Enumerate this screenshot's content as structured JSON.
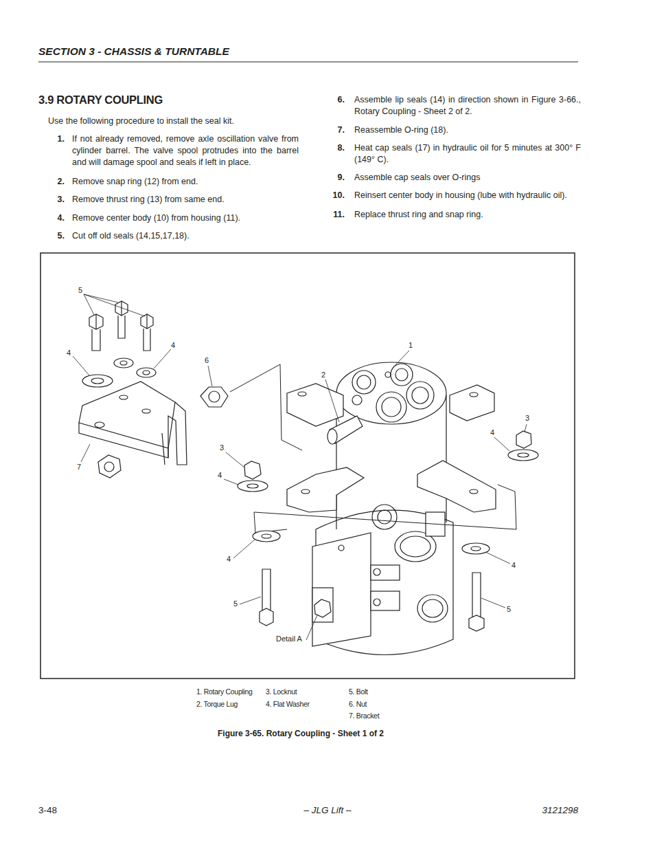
{
  "diagram": {
    "title": "3.9 ROTARY COUPLING",
    "caption": "Figure 3-65. Rotary Coupling - Sheet 1 of 2",
    "labels": [
      "SECTION 3 - CHASSIS & TURNTABLE",
      "Use the following procedure to install the seal kit.",
      "1.",
      "If not already removed, remove axle oscillation valve from cylinder barrel. The valve spool protrudes into the barrel and will damage spool and seals if left in place.",
      "2.",
      "Remove snap ring (12) from end.",
      "3.",
      "Remove thrust ring (13) from same end.",
      "4.",
      "Remove center body (10) from housing (11).",
      "5.",
      "Cut off old seals (14,15,17,18).",
      "6.",
      "Assemble lip seals (14) in direction shown in Figure 3-66., Rotary Coupling - Sheet 2 of 2.",
      "7.",
      "Reassemble O-ring (18).",
      "8.",
      "Heat cap seals (17) in hydraulic oil for 5 minutes at 300° F (149° C).",
      "9.",
      "Assemble cap seals over O-rings",
      "10.",
      "Reinsert center body in housing (lube with hydraulic oil).",
      "11.",
      "Replace thrust ring and snap ring.",
      "5",
      "4",
      "4",
      "6",
      "1",
      "2",
      "3",
      "4",
      "3",
      "4",
      "4",
      "4",
      "5",
      "5",
      "7",
      "Detail A",
      "1. Rotary Coupling",
      "2. Torque Lug",
      "3. Locknut",
      "4. Flat Washer",
      "5. Bolt",
      "6. Nut",
      "7. Bracket",
      "3-48",
      "– JLG Lift –",
      "3121298"
    ]
  }
}
